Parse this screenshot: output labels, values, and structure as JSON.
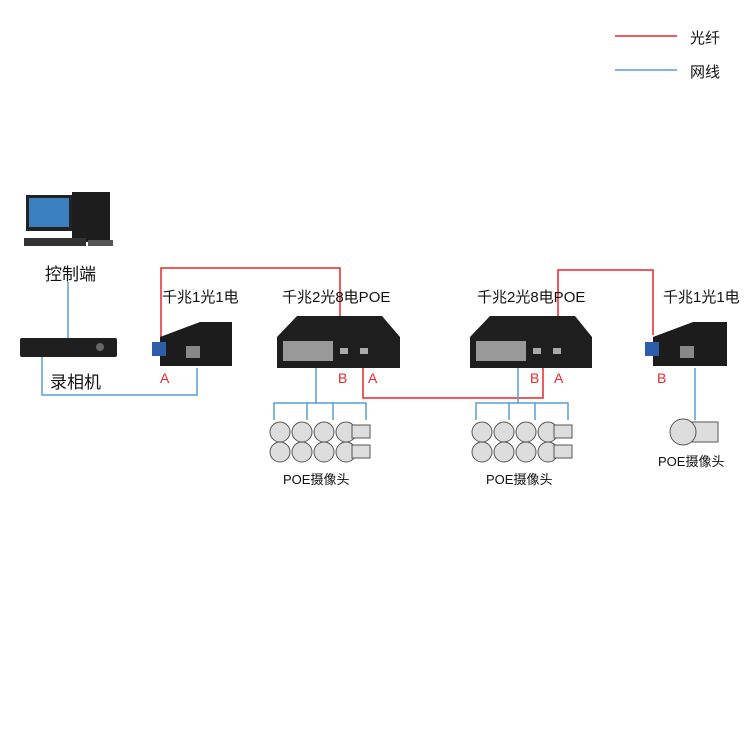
{
  "legend": [
    {
      "label": "光纤",
      "color": "#e8262b"
    },
    {
      "label": "网线",
      "color": "#5b9bd5"
    }
  ],
  "nodes": {
    "control": "控制端",
    "recorder": "录相机",
    "converter_left": "千兆1光1电",
    "switch_left": "千兆2光8电POE",
    "switch_right": "千兆2光8电POE",
    "converter_right": "千兆1光1电",
    "cameras_left": "POE摄像头",
    "cameras_mid": "POE摄像头",
    "camera_right": "POE摄像头"
  },
  "ports": {
    "conv_left": "A",
    "sw_left_b": "B",
    "sw_left_a": "A",
    "sw_right_b": "B",
    "sw_right_a": "A",
    "conv_right": "B"
  }
}
